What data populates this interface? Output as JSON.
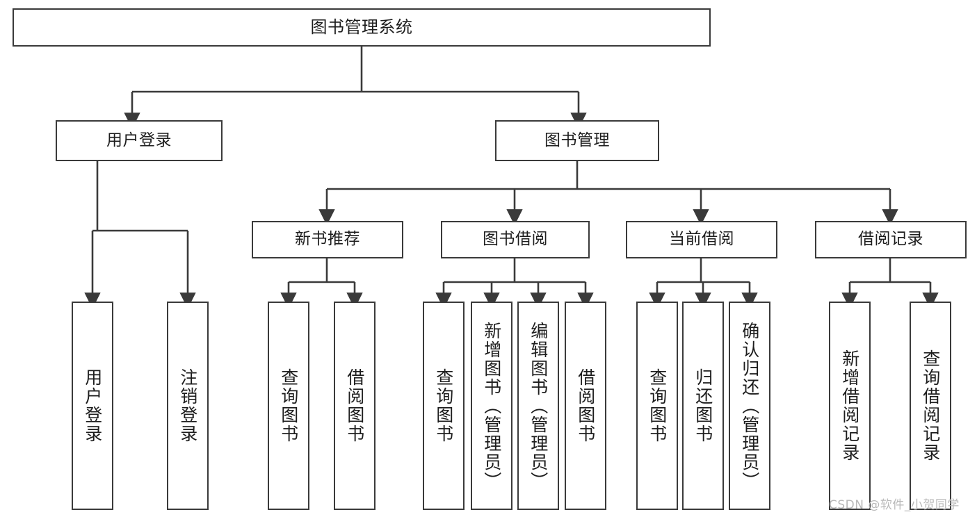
{
  "diagram": {
    "title": "图书管理系统",
    "type": "hierarchy-tree",
    "background_color": "#ffffff",
    "box_border_color": "#3a3a3a",
    "text_color": "#1d1d1d",
    "watermark": {
      "text": "CSDN @软件_小贺同学",
      "color": "#b9b9b9"
    },
    "levels": {
      "level0": [
        {
          "id": "root",
          "label": "图书管理系统",
          "orientation": "horizontal"
        }
      ],
      "level1": [
        {
          "id": "login",
          "label": "用户登录",
          "orientation": "horizontal"
        },
        {
          "id": "bookmgmt",
          "label": "图书管理",
          "orientation": "horizontal"
        }
      ],
      "level2": [
        {
          "id": "newbook",
          "label": "新书推荐",
          "orientation": "horizontal"
        },
        {
          "id": "borrow",
          "label": "图书借阅",
          "orientation": "horizontal"
        },
        {
          "id": "current",
          "label": "当前借阅",
          "orientation": "horizontal"
        },
        {
          "id": "record",
          "label": "借阅记录",
          "orientation": "horizontal"
        }
      ],
      "level3": [
        {
          "id": "leaf1",
          "label": "用户登录",
          "parent": "login",
          "orientation": "vertical"
        },
        {
          "id": "leaf2",
          "label": "注销登录",
          "parent": "login",
          "orientation": "vertical"
        },
        {
          "id": "leaf3",
          "label": "查询图书",
          "parent": "newbook",
          "orientation": "vertical"
        },
        {
          "id": "leaf4",
          "label": "借阅图书",
          "parent": "newbook",
          "orientation": "vertical"
        },
        {
          "id": "leaf5",
          "label": "查询图书",
          "parent": "borrow",
          "orientation": "vertical"
        },
        {
          "id": "leaf6",
          "label": "新增图书（管理员）",
          "parent": "borrow",
          "orientation": "vertical"
        },
        {
          "id": "leaf7",
          "label": "编辑图书（管理员）",
          "parent": "borrow",
          "orientation": "vertical"
        },
        {
          "id": "leaf8",
          "label": "借阅图书",
          "parent": "borrow",
          "orientation": "vertical"
        },
        {
          "id": "leaf9",
          "label": "查询图书",
          "parent": "current",
          "orientation": "vertical"
        },
        {
          "id": "leaf10",
          "label": "归还图书",
          "parent": "current",
          "orientation": "vertical"
        },
        {
          "id": "leaf11",
          "label": "确认归还（管理员）",
          "parent": "current",
          "orientation": "vertical"
        },
        {
          "id": "leaf12",
          "label": "新增借阅记录",
          "parent": "record",
          "orientation": "vertical"
        },
        {
          "id": "leaf13",
          "label": "查询借阅记录",
          "parent": "record",
          "orientation": "vertical"
        }
      ]
    }
  }
}
